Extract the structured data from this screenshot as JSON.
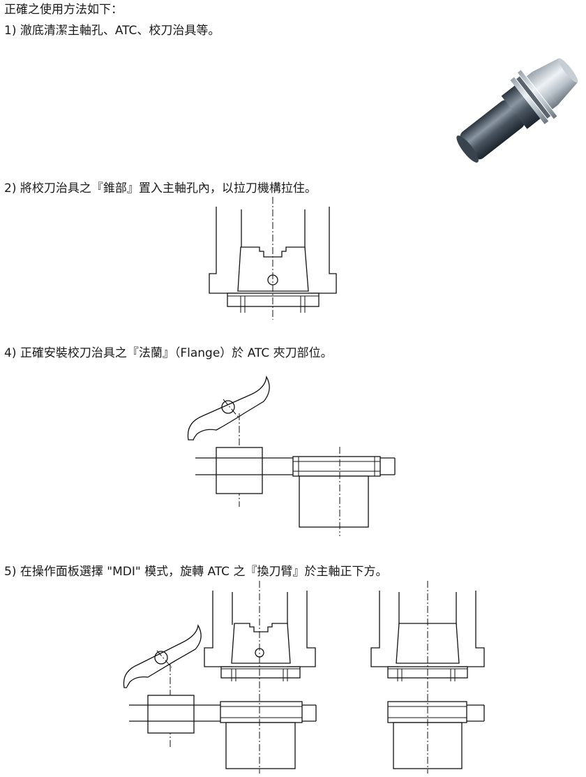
{
  "intro": "正確之使用方法如下：",
  "steps": [
    "1) 澈底清潔主軸孔、ATC、校刀治具等。",
    "2) 將校刀治具之『錐部』置入主軸孔內，以拉刀機構拉住。",
    "4) 正確安裝校刀治具之『法蘭』（Flange）於 ATC 夾刀部位。",
    "5) 在操作面板選擇 \"MDI\" 模式，旋轉 ATC 之『換刀臂』於主軸正下方。"
  ]
}
